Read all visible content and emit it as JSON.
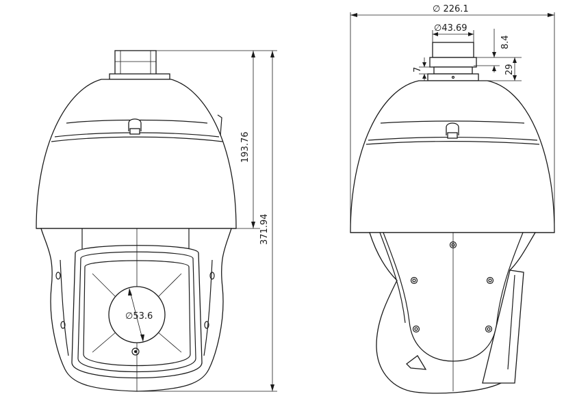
{
  "dimensions": {
    "overall_width": "∅ 226.1",
    "mount_diameter": "∅43.69",
    "mount_flange": "8.4",
    "mount_height": "29",
    "mount_step": "7",
    "dome_height": "193.76",
    "total_height": "371.94",
    "lens_diameter": "∅53.6"
  }
}
